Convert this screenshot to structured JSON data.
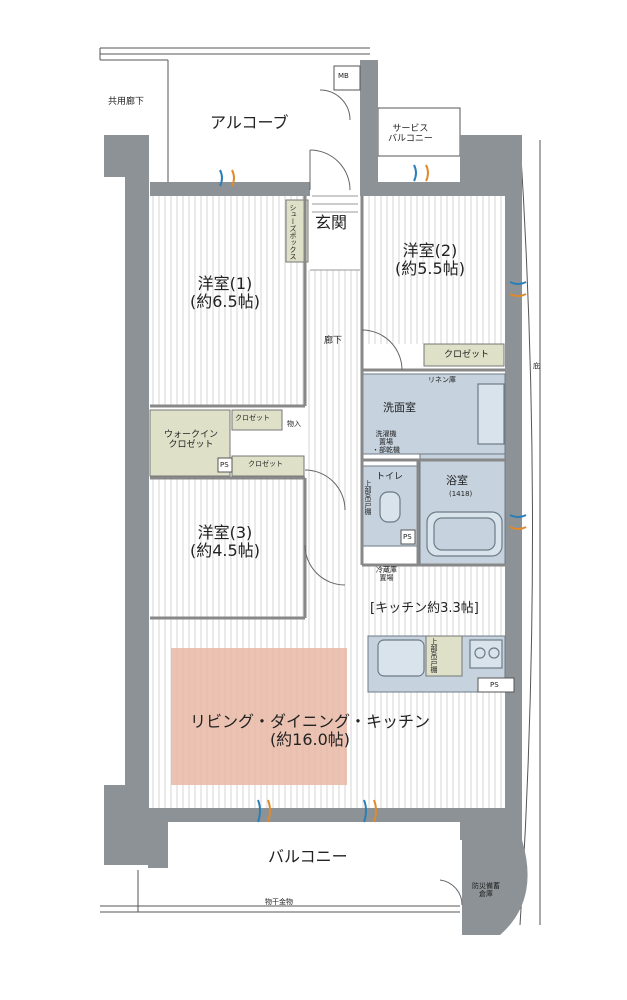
{
  "rooms": {
    "alcove": "アルコーブ",
    "shared_corridor": "共用廊下",
    "mb": "MB",
    "service_balcony": "サービス\nバルコニー",
    "entrance": "玄関",
    "shoes_box": "シューズボックス",
    "western_1_name": "洋室(1)",
    "western_1_size": "(約6.5帖)",
    "western_2_name": "洋室(2)",
    "western_2_size": "(約5.5帖)",
    "western_3_name": "洋室(3)",
    "western_3_size": "(約4.5帖)",
    "corridor": "廊下",
    "closet": "クロゼット",
    "linen": "リネン庫",
    "washroom": "洗面室",
    "laundry": "洗濯機\n置場\n・部乾機",
    "walkin": "ウォークイン\nクロゼット",
    "storage": "物入",
    "toilet": "トイレ",
    "toilet_cabinet": "上部吊戸棚",
    "bath": "浴室",
    "bath_size": "(1418)",
    "fridge": "冷蔵庫\n置場",
    "kitchen": "[キッチン約3.3帖]",
    "kitchen_cabinet": "上部吊戸棚",
    "ldk_name": "リビング・ダイニング・キッチン",
    "ldk_size": "(約16.0帖)",
    "balcony": "バルコニー",
    "laundry_pole": "物干金物",
    "disaster_storage": "防災備蓄\n倉庫",
    "garden": "庇",
    "ps": "PS"
  },
  "colors": {
    "wall": "#8c9296",
    "floor_lines": "#cfcfcf",
    "wet_area": "#c6d3df",
    "closet": "#dfe0c8",
    "ldk_highlight": "#e9b8a6"
  }
}
